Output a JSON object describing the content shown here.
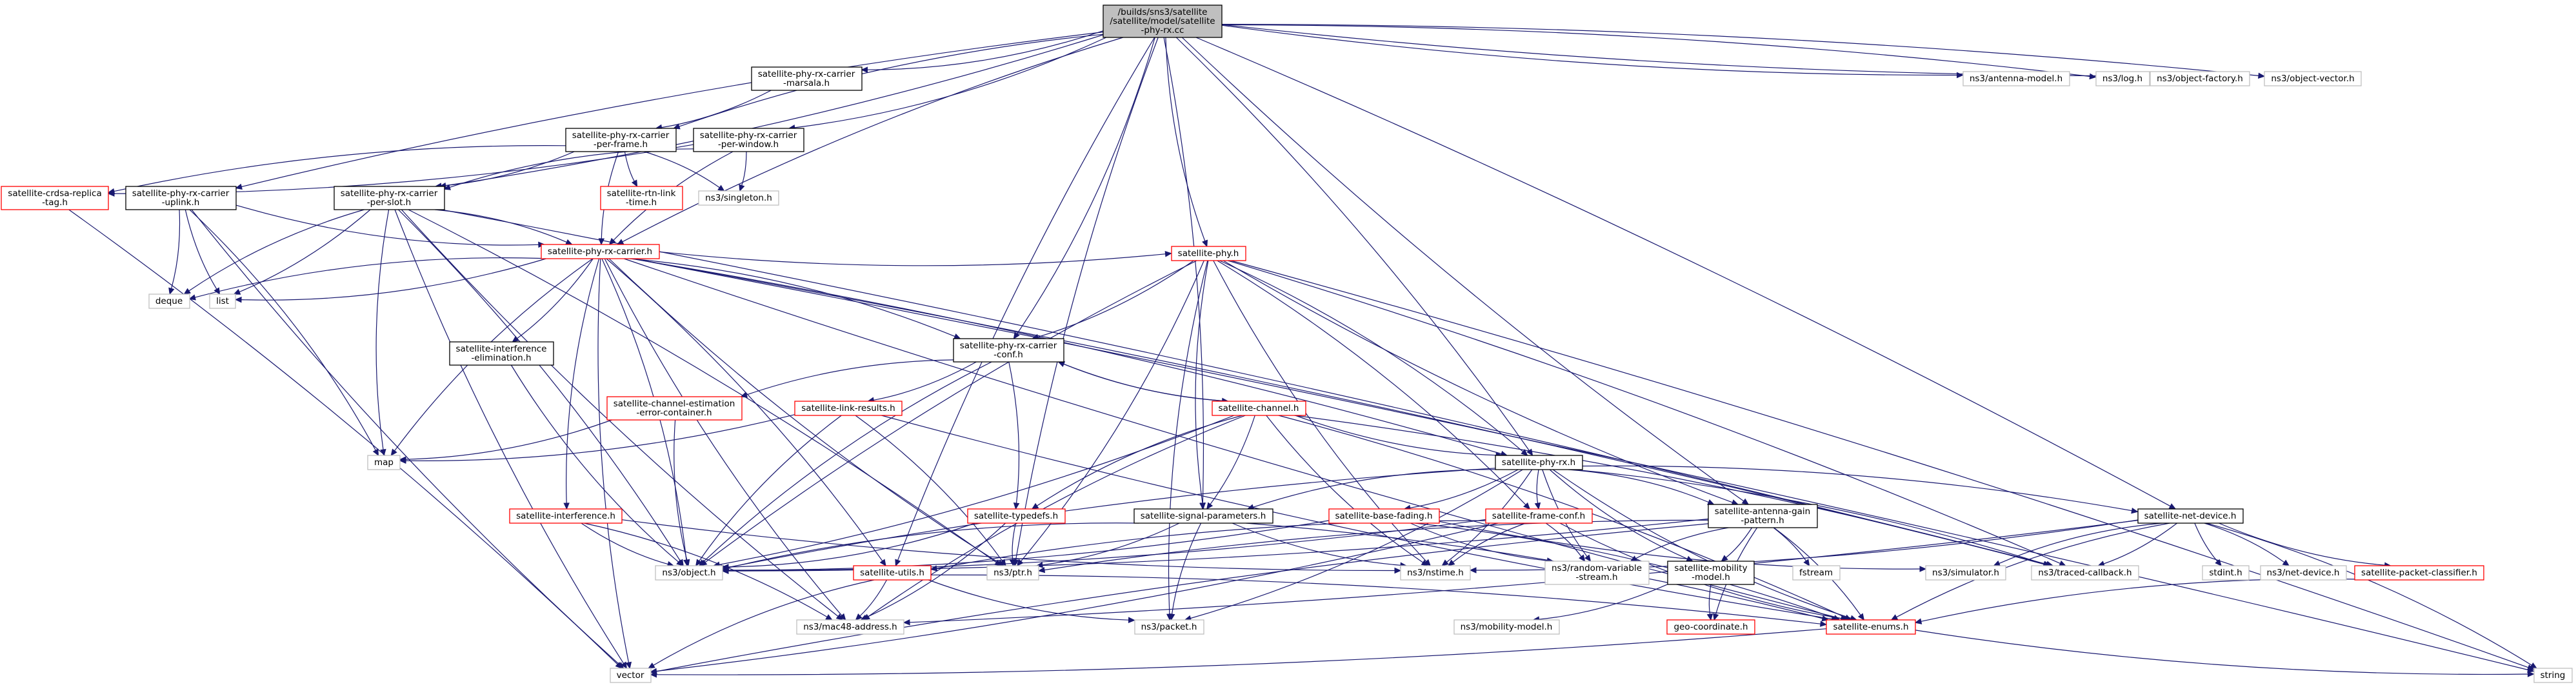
{
  "graph": {
    "colors": {
      "edge": "#191970",
      "root_fill": "#bfbfbf",
      "node_fill": "#ffffff",
      "border_default": "#000000",
      "border_truncated": "#ff0000",
      "border_external": "#bfbfbf"
    },
    "nodes": [
      {
        "id": "root",
        "lines": [
          "/builds/sns3/satellite",
          "/satellite/model/satellite",
          "-phy-rx.cc"
        ],
        "style": "root"
      },
      {
        "id": "marsala",
        "lines": [
          "satellite-phy-rx-carrier",
          "-marsala.h"
        ],
        "style": "normal"
      },
      {
        "id": "perframe",
        "lines": [
          "satellite-phy-rx-carrier",
          "-per-frame.h"
        ],
        "style": "normal"
      },
      {
        "id": "perwindow",
        "lines": [
          "satellite-phy-rx-carrier",
          "-per-window.h"
        ],
        "style": "normal"
      },
      {
        "id": "crdsa",
        "lines": [
          "satellite-crdsa-replica",
          "-tag.h"
        ],
        "style": "truncated"
      },
      {
        "id": "uplink",
        "lines": [
          "satellite-phy-rx-carrier",
          "-uplink.h"
        ],
        "style": "normal"
      },
      {
        "id": "perslot",
        "lines": [
          "satellite-phy-rx-carrier",
          "-per-slot.h"
        ],
        "style": "normal"
      },
      {
        "id": "rtnlink",
        "lines": [
          "satellite-rtn-link",
          "-time.h"
        ],
        "style": "truncated"
      },
      {
        "id": "singleton",
        "lines": [
          "ns3/singleton.h"
        ],
        "style": "external"
      },
      {
        "id": "carrier",
        "lines": [
          "satellite-phy-rx-carrier.h"
        ],
        "style": "truncated"
      },
      {
        "id": "deque",
        "lines": [
          "deque"
        ],
        "style": "external"
      },
      {
        "id": "list",
        "lines": [
          "list"
        ],
        "style": "external"
      },
      {
        "id": "interfelim",
        "lines": [
          "satellite-interference",
          "-elimination.h"
        ],
        "style": "normal"
      },
      {
        "id": "satphy",
        "lines": [
          "satellite-phy.h"
        ],
        "style": "truncated"
      },
      {
        "id": "carrierconf",
        "lines": [
          "satellite-phy-rx-carrier",
          "-conf.h"
        ],
        "style": "normal"
      },
      {
        "id": "chanest",
        "lines": [
          "satellite-channel-estimation",
          "-error-container.h"
        ],
        "style": "truncated"
      },
      {
        "id": "linkres",
        "lines": [
          "satellite-link-results.h"
        ],
        "style": "truncated"
      },
      {
        "id": "satchannel",
        "lines": [
          "satellite-channel.h"
        ],
        "style": "truncated"
      },
      {
        "id": "map",
        "lines": [
          "map"
        ],
        "style": "external"
      },
      {
        "id": "phyrx",
        "lines": [
          "satellite-phy-rx.h"
        ],
        "style": "normal"
      },
      {
        "id": "interf",
        "lines": [
          "satellite-interference.h"
        ],
        "style": "truncated"
      },
      {
        "id": "typedefs",
        "lines": [
          "satellite-typedefs.h"
        ],
        "style": "truncated"
      },
      {
        "id": "sigparams",
        "lines": [
          "satellite-signal-parameters.h"
        ],
        "style": "normal"
      },
      {
        "id": "basefading",
        "lines": [
          "satellite-base-fading.h"
        ],
        "style": "truncated"
      },
      {
        "id": "frameconf",
        "lines": [
          "satellite-frame-conf.h"
        ],
        "style": "truncated"
      },
      {
        "id": "antenna",
        "lines": [
          "satellite-antenna-gain",
          "-pattern.h"
        ],
        "style": "normal"
      },
      {
        "id": "netdevice",
        "lines": [
          "satellite-net-device.h"
        ],
        "style": "normal"
      },
      {
        "id": "object",
        "lines": [
          "ns3/object.h"
        ],
        "style": "external"
      },
      {
        "id": "ptr",
        "lines": [
          "ns3/ptr.h"
        ],
        "style": "external"
      },
      {
        "id": "utils",
        "lines": [
          "satellite-utils.h"
        ],
        "style": "truncated"
      },
      {
        "id": "nstime",
        "lines": [
          "ns3/nstime.h"
        ],
        "style": "external"
      },
      {
        "id": "randomvar",
        "lines": [
          "ns3/random-variable",
          "-stream.h"
        ],
        "style": "external"
      },
      {
        "id": "mobility",
        "lines": [
          "satellite-mobility",
          "-model.h"
        ],
        "style": "normal"
      },
      {
        "id": "fstream",
        "lines": [
          "fstream"
        ],
        "style": "external"
      },
      {
        "id": "simulator",
        "lines": [
          "ns3/simulator.h"
        ],
        "style": "external"
      },
      {
        "id": "tracedcb",
        "lines": [
          "ns3/traced-callback.h"
        ],
        "style": "external"
      },
      {
        "id": "stdint",
        "lines": [
          "stdint.h"
        ],
        "style": "external"
      },
      {
        "id": "ns3netdev",
        "lines": [
          "ns3/net-device.h"
        ],
        "style": "external"
      },
      {
        "id": "pktclass",
        "lines": [
          "satellite-packet-classifier.h"
        ],
        "style": "truncated"
      },
      {
        "id": "mac48",
        "lines": [
          "ns3/mac48-address.h"
        ],
        "style": "external"
      },
      {
        "id": "packet",
        "lines": [
          "ns3/packet.h"
        ],
        "style": "external"
      },
      {
        "id": "enums",
        "lines": [
          "satellite-enums.h"
        ],
        "style": "truncated"
      },
      {
        "id": "ns3mobility",
        "lines": [
          "ns3/mobility-model.h"
        ],
        "style": "external"
      },
      {
        "id": "geocoord",
        "lines": [
          "geo-coordinate.h"
        ],
        "style": "truncated"
      },
      {
        "id": "vector",
        "lines": [
          "vector"
        ],
        "style": "external"
      },
      {
        "id": "string",
        "lines": [
          "string"
        ],
        "style": "external"
      },
      {
        "id": "antmodel",
        "lines": [
          "ns3/antenna-model.h"
        ],
        "style": "external"
      },
      {
        "id": "log",
        "lines": [
          "ns3/log.h"
        ],
        "style": "external"
      },
      {
        "id": "objfactory",
        "lines": [
          "ns3/object-factory.h"
        ],
        "style": "external"
      },
      {
        "id": "objvector",
        "lines": [
          "ns3/object-vector.h"
        ],
        "style": "external"
      }
    ],
    "edges": [
      [
        "root",
        "marsala"
      ],
      [
        "root",
        "perframe"
      ],
      [
        "root",
        "perwindow"
      ],
      [
        "root",
        "uplink"
      ],
      [
        "root",
        "perslot"
      ],
      [
        "root",
        "carrier"
      ],
      [
        "root",
        "carrierconf"
      ],
      [
        "root",
        "satphy"
      ],
      [
        "root",
        "sigparams"
      ],
      [
        "root",
        "utils"
      ],
      [
        "root",
        "phyrx"
      ],
      [
        "root",
        "antenna"
      ],
      [
        "root",
        "netdevice"
      ],
      [
        "root",
        "antmodel"
      ],
      [
        "root",
        "log"
      ],
      [
        "root",
        "objfactory"
      ],
      [
        "root",
        "objvector"
      ],
      [
        "root",
        "ptr"
      ],
      [
        "marsala",
        "perframe"
      ],
      [
        "perframe",
        "crdsa"
      ],
      [
        "perframe",
        "perslot"
      ],
      [
        "perframe",
        "rtnlink"
      ],
      [
        "perframe",
        "singleton"
      ],
      [
        "perframe",
        "carrier"
      ],
      [
        "perwindow",
        "crdsa"
      ],
      [
        "perwindow",
        "perslot"
      ],
      [
        "perwindow",
        "singleton"
      ],
      [
        "perwindow",
        "carrier"
      ],
      [
        "crdsa",
        "vector"
      ],
      [
        "uplink",
        "carrier"
      ],
      [
        "uplink",
        "deque"
      ],
      [
        "uplink",
        "list"
      ],
      [
        "uplink",
        "map"
      ],
      [
        "uplink",
        "vector"
      ],
      [
        "perslot",
        "carrier"
      ],
      [
        "perslot",
        "deque"
      ],
      [
        "perslot",
        "list"
      ],
      [
        "perslot",
        "map"
      ],
      [
        "perslot",
        "object"
      ],
      [
        "perslot",
        "mac48"
      ],
      [
        "perslot",
        "tracedcb"
      ],
      [
        "perslot",
        "vector"
      ],
      [
        "perslot",
        "ptr"
      ],
      [
        "carrier",
        "deque"
      ],
      [
        "carrier",
        "list"
      ],
      [
        "carrier",
        "map"
      ],
      [
        "carrier",
        "interfelim"
      ],
      [
        "carrier",
        "satphy"
      ],
      [
        "carrier",
        "carrierconf"
      ],
      [
        "carrier",
        "interf"
      ],
      [
        "carrier",
        "object"
      ],
      [
        "carrier",
        "ptr"
      ],
      [
        "carrier",
        "utils"
      ],
      [
        "carrier",
        "mac48"
      ],
      [
        "carrier",
        "phyrx"
      ],
      [
        "carrier",
        "enums"
      ],
      [
        "carrier",
        "tracedcb"
      ],
      [
        "carrier",
        "vector"
      ],
      [
        "carrier",
        "string"
      ],
      [
        "interfelim",
        "object"
      ],
      [
        "satphy",
        "carrierconf"
      ],
      [
        "satphy",
        "sigparams"
      ],
      [
        "satphy",
        "phyrx"
      ],
      [
        "satphy",
        "antenna"
      ],
      [
        "satphy",
        "frameconf"
      ],
      [
        "satphy",
        "object"
      ],
      [
        "satphy",
        "ptr"
      ],
      [
        "satphy",
        "packet"
      ],
      [
        "satphy",
        "tracedcb"
      ],
      [
        "satphy",
        "nstime"
      ],
      [
        "satphy",
        "string"
      ],
      [
        "carrierconf",
        "chanest"
      ],
      [
        "carrierconf",
        "linkres"
      ],
      [
        "carrierconf",
        "satchannel"
      ],
      [
        "carrierconf",
        "typedefs"
      ],
      [
        "carrierconf",
        "object"
      ],
      [
        "chanest",
        "map"
      ],
      [
        "chanest",
        "object"
      ],
      [
        "linkres",
        "map"
      ],
      [
        "linkres",
        "object"
      ],
      [
        "linkres",
        "ptr"
      ],
      [
        "linkres",
        "enums"
      ],
      [
        "satchannel",
        "carrierconf"
      ],
      [
        "satchannel",
        "phyrx"
      ],
      [
        "satchannel",
        "sigparams"
      ],
      [
        "satchannel",
        "typedefs"
      ],
      [
        "satchannel",
        "object"
      ],
      [
        "satchannel",
        "nstime"
      ],
      [
        "satchannel",
        "enums"
      ],
      [
        "satchannel",
        "mac48"
      ],
      [
        "satchannel",
        "tracedcb"
      ],
      [
        "phyrx",
        "sigparams"
      ],
      [
        "phyrx",
        "basefading"
      ],
      [
        "phyrx",
        "frameconf"
      ],
      [
        "phyrx",
        "antenna"
      ],
      [
        "phyrx",
        "mobility"
      ],
      [
        "phyrx",
        "netdevice"
      ],
      [
        "phyrx",
        "object"
      ],
      [
        "phyrx",
        "nstime"
      ],
      [
        "phyrx",
        "randomvar"
      ],
      [
        "phyrx",
        "packet"
      ],
      [
        "phyrx",
        "enums"
      ],
      [
        "phyrx",
        "tracedcb"
      ],
      [
        "interf",
        "object"
      ],
      [
        "interf",
        "mac48"
      ],
      [
        "interf",
        "nstime"
      ],
      [
        "typedefs",
        "object"
      ],
      [
        "typedefs",
        "ptr"
      ],
      [
        "typedefs",
        "mac48"
      ],
      [
        "sigparams",
        "object"
      ],
      [
        "sigparams",
        "ptr"
      ],
      [
        "sigparams",
        "packet"
      ],
      [
        "sigparams",
        "enums"
      ],
      [
        "sigparams",
        "nstime"
      ],
      [
        "basefading",
        "object"
      ],
      [
        "basefading",
        "randomvar"
      ],
      [
        "basefading",
        "enums"
      ],
      [
        "basefading",
        "simulator"
      ],
      [
        "frameconf",
        "object"
      ],
      [
        "frameconf",
        "nstime"
      ],
      [
        "frameconf",
        "randomvar"
      ],
      [
        "frameconf",
        "enums"
      ],
      [
        "frameconf",
        "vector"
      ],
      [
        "frameconf",
        "utils"
      ],
      [
        "antenna",
        "object"
      ],
      [
        "antenna",
        "ptr"
      ],
      [
        "antenna",
        "fstream"
      ],
      [
        "antenna",
        "randomvar"
      ],
      [
        "antenna",
        "mobility"
      ],
      [
        "antenna",
        "geocoord"
      ],
      [
        "antenna",
        "enums"
      ],
      [
        "antenna",
        "vector"
      ],
      [
        "netdevice",
        "tracedcb"
      ],
      [
        "netdevice",
        "stdint"
      ],
      [
        "netdevice",
        "ns3netdev"
      ],
      [
        "netdevice",
        "pktclass"
      ],
      [
        "netdevice",
        "mac48"
      ],
      [
        "netdevice",
        "enums"
      ],
      [
        "netdevice",
        "string"
      ],
      [
        "netdevice",
        "simulator"
      ],
      [
        "netdevice",
        "nstime"
      ],
      [
        "pktclass",
        "enums"
      ],
      [
        "utils",
        "mac48"
      ],
      [
        "utils",
        "packet"
      ],
      [
        "utils",
        "enums"
      ],
      [
        "utils",
        "vector"
      ],
      [
        "mobility",
        "ns3mobility"
      ],
      [
        "mobility",
        "geocoord"
      ],
      [
        "enums",
        "vector"
      ],
      [
        "enums",
        "string"
      ]
    ]
  }
}
